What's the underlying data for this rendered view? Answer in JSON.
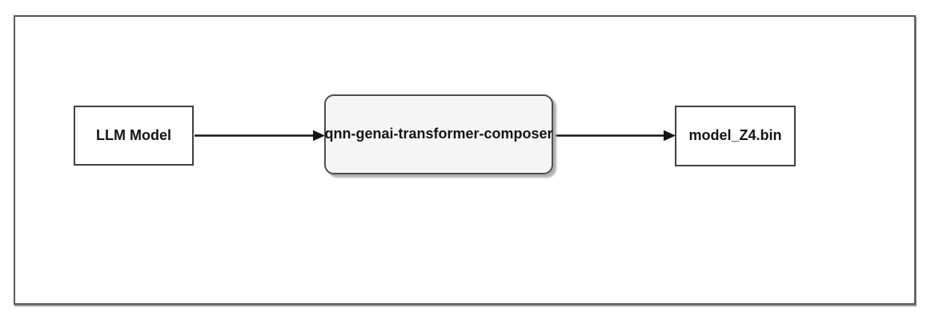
{
  "diagram": {
    "type": "flowchart",
    "nodes": [
      {
        "id": "llm-model",
        "label": "LLM Model",
        "shape": "rectangle"
      },
      {
        "id": "composer",
        "label": "qnn-genai-transformer-composer",
        "shape": "rounded-rectangle"
      },
      {
        "id": "output",
        "label": "model_Z4.bin",
        "shape": "rectangle"
      }
    ],
    "edges": [
      {
        "from": "LLM Model",
        "to": "qnn-genai-transformer-composer",
        "style": "solid-arrow"
      },
      {
        "from": "qnn-genai-transformer-composer",
        "to": "model_Z4.bin",
        "style": "solid-arrow"
      }
    ],
    "colors": {
      "background": "#ffffff",
      "frame_border": "#595959",
      "node_border": "#404040",
      "composer_fill": "#f5f5f5",
      "composer_shadow": "#b0b0b0",
      "arrow": "#141414",
      "text": "#141414"
    }
  }
}
